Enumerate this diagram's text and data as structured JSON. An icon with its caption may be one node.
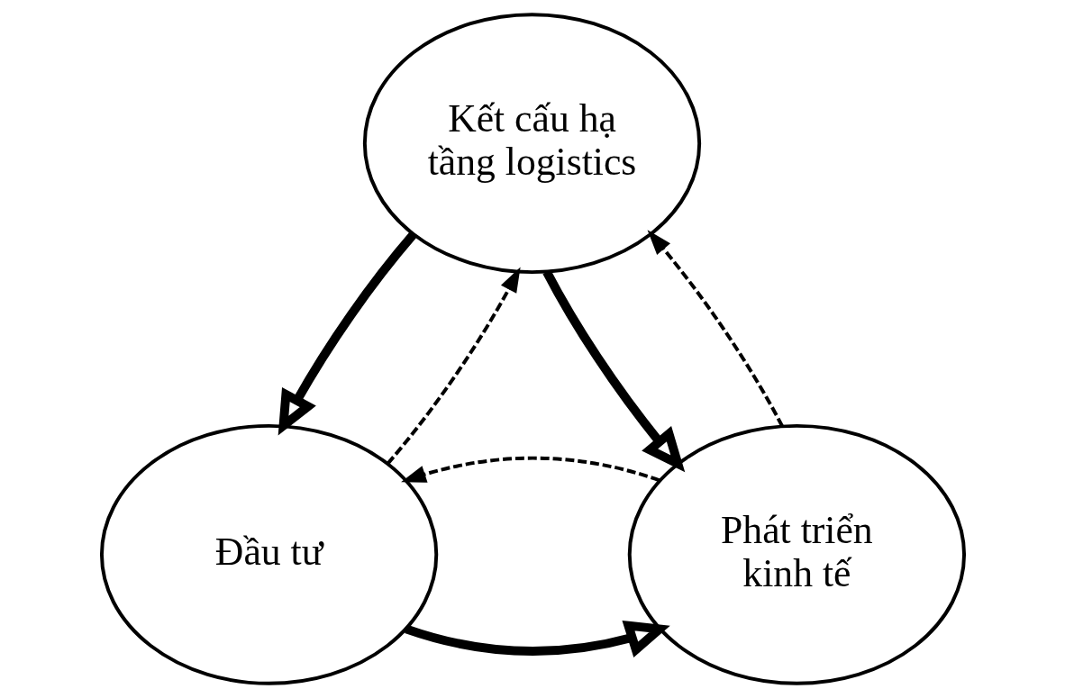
{
  "diagram": {
    "nodes": [
      {
        "text": [
          "Kết cấu hạ tầng logistics"
        ]
      },
      {
        "text": [
          "Phát triển kinh tế"
        ]
      },
      {
        "text": [
          "Đầu tư"
        ]
      }
    ],
    "edges": [
      {
        "from": 0,
        "to": 1,
        "arrow": "to",
        "style": "thick"
      },
      {
        "from": 0,
        "to": 2,
        "arrow": "to",
        "style": "thick"
      },
      {
        "from": 2,
        "to": 1,
        "arrow": "to",
        "style": "thick"
      },
      {
        "from": 1,
        "to": 0,
        "arrow": "to",
        "style": "dashed"
      },
      {
        "from": 2,
        "to": 0,
        "arrow": "to",
        "style": "dashed"
      },
      {
        "from": 1,
        "to": 2,
        "arrow": "to",
        "style": "dashed"
      }
    ]
  }
}
